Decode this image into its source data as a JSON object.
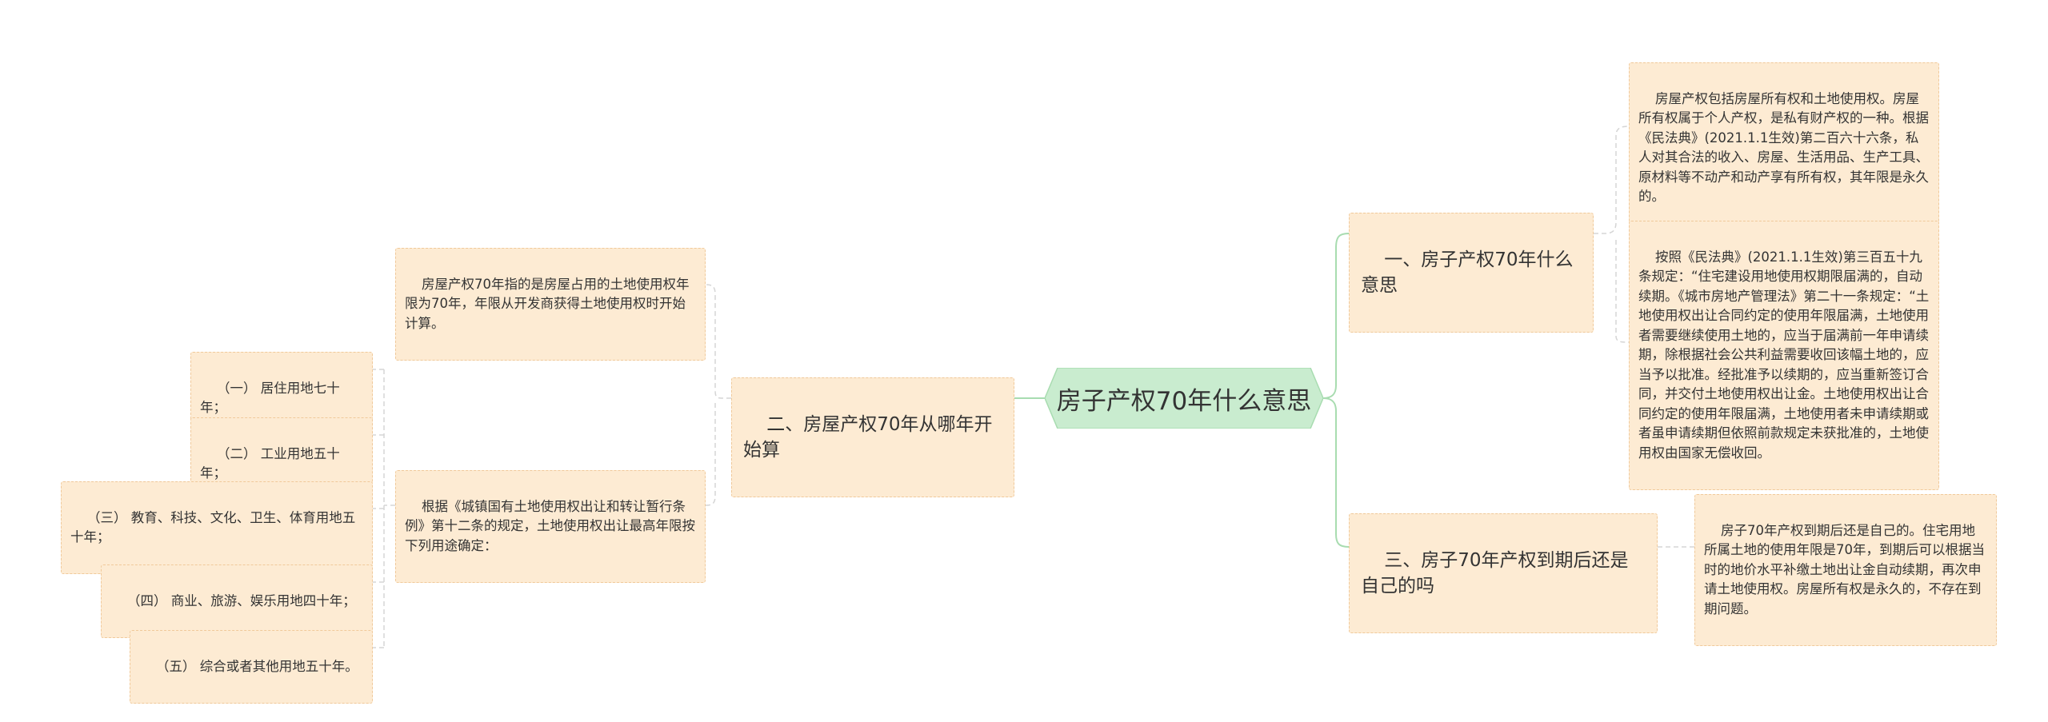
{
  "root": {
    "label": "房子产权70年什么意思"
  },
  "branches": [
    {
      "label": "一、房子产权70年什么意思"
    },
    {
      "label": "二、房屋产权70年从哪年开始算"
    },
    {
      "label": "三、房子70年产权到期后还是自己的吗"
    }
  ],
  "leaves": {
    "b1_1": "房屋产权包括房屋所有权和土地使用权。房屋所有权属于个人产权，是私有财产权的一种。根据《民法典》(2021.1.1生效)第二百六十六条，私人对其合法的收入、房屋、生活用品、生产工具、原材料等不动产和动产享有所有权，其年限是永久的。",
    "b1_2": "按照《民法典》(2021.1.1生效)第三百五十九条规定：“住宅建设用地使用权期限届满的，自动续期。《城市房地产管理法》第二十一条规定：“土地使用权出让合同约定的使用年限届满，土地使用者需要继续使用土地的，应当于届满前一年申请续期，除根据社会公共利益需要收回该幅土地的，应当予以批准。经批准予以续期的，应当重新签订合同，并交付土地使用权出让金。土地使用权出让合同约定的使用年限届满，土地使用者未申请续期或者虽申请续期但依照前款规定未获批准的，土地使用权由国家无偿收回。",
    "b2_1": "房屋产权70年指的是房屋占用的土地使用权年限为70年，年限从开发商获得土地使用权时开始计算。",
    "b2_2": "根据《城镇国有土地使用权出让和转让暂行条例》第十二条的规定，土地使用权出让最高年限按下列用途确定：",
    "b2_2_1": "（一） 居住用地七十年；",
    "b2_2_2": "（二） 工业用地五十年；",
    "b2_2_3": "（三） 教育、科技、文化、卫生、体育用地五十年；",
    "b2_2_4": "（四） 商业、旅游、娱乐用地四十年；",
    "b2_2_5": "（五） 综合或者其他用地五十年。",
    "b3_1": "房子70年产权到期后还是自己的。住宅用地所属土地的使用年限是70年，到期后可以根据当时的地价水平补缴土地出让金自动续期，再次申请土地使用权。房屋所有权是永久的，不存在到期问题。"
  },
  "colors": {
    "root_fill": "#c9eccf",
    "node_fill": "#fdebd3",
    "node_border": "#f0c99a",
    "root_link": "#a8dcb0",
    "link": "#d5d5d5"
  }
}
